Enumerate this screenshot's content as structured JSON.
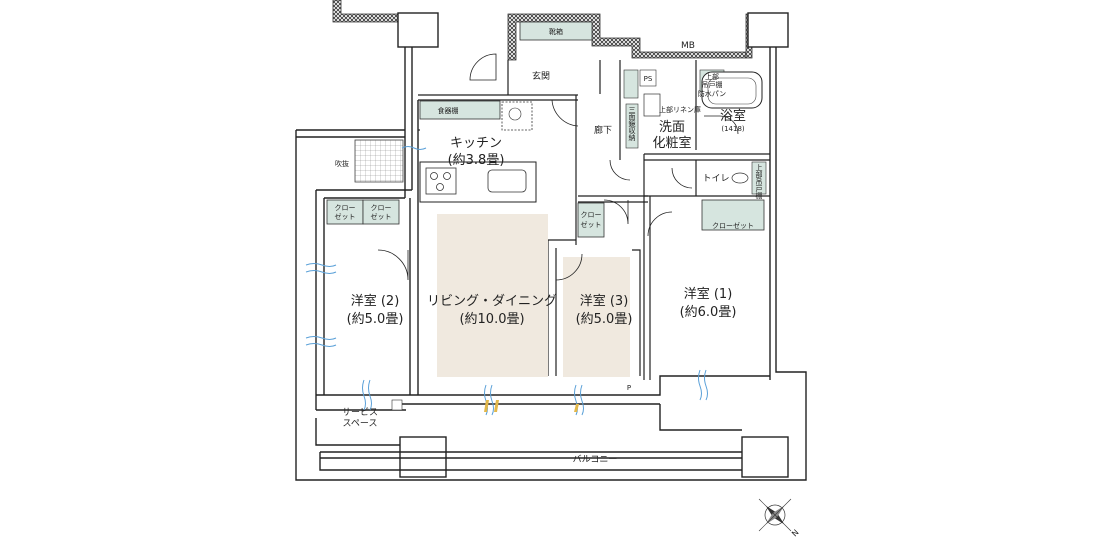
{
  "rooms": {
    "living": {
      "name": "リビング・ダイニング",
      "size": "(約10.0畳)"
    },
    "western3": {
      "name": "洋室 (3)",
      "size": "(約5.0畳)"
    },
    "western2": {
      "name": "洋室 (2)",
      "size": "(約5.0畳)"
    },
    "western1": {
      "name": "洋室 (1)",
      "size": "(約6.0畳)"
    },
    "kitchen": {
      "name": "キッチン",
      "size": "(約3.8畳)"
    },
    "bath": {
      "name": "浴室",
      "size": "(1418)"
    },
    "washroom": {
      "name_line1": "洗面",
      "name_line2": "化粧室"
    },
    "toilet": {
      "name": "トイレ"
    },
    "entrance": {
      "name": "玄関"
    },
    "hallway": {
      "name": "廊下"
    },
    "balcony": {
      "name": "バルコニー"
    },
    "service": {
      "name_line1": "サービス",
      "name_line2": "スペース"
    },
    "void": {
      "name": "吹抜"
    }
  },
  "storage": {
    "shoe": "靴箱",
    "pantry": "食器棚",
    "closet_w1": "クローゼット",
    "closet_short_line1": "クロー",
    "closet_short_line2": "ゼット",
    "mb": "MB",
    "ps": "PS",
    "upper_line1": "上部",
    "upper_line2": "吊戸棚",
    "waterproof_pan": "防水パン",
    "linen": "上部リネン庫",
    "storage_vertical": "三面鏡収納",
    "upper_vertical": "上部吊戸棚",
    "p_mark": "P"
  }
}
